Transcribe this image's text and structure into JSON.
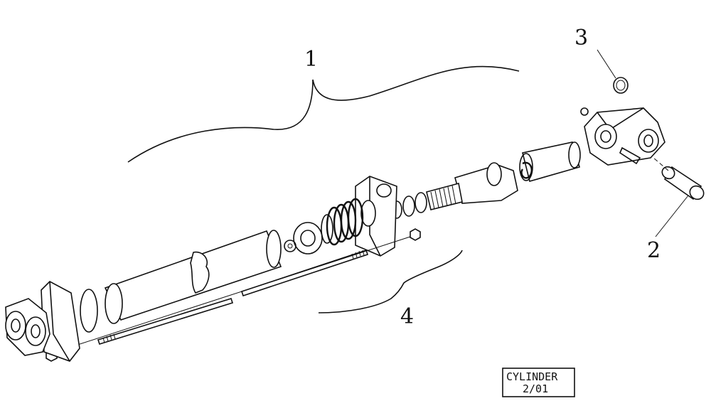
{
  "callouts": {
    "c1": "1",
    "c2": "2",
    "c3": "3",
    "c4": "4"
  },
  "title_box": {
    "line1": "CYLINDER",
    "line2": "2/01"
  },
  "colors": {
    "ink": "#111111",
    "paper": "#ffffff"
  }
}
